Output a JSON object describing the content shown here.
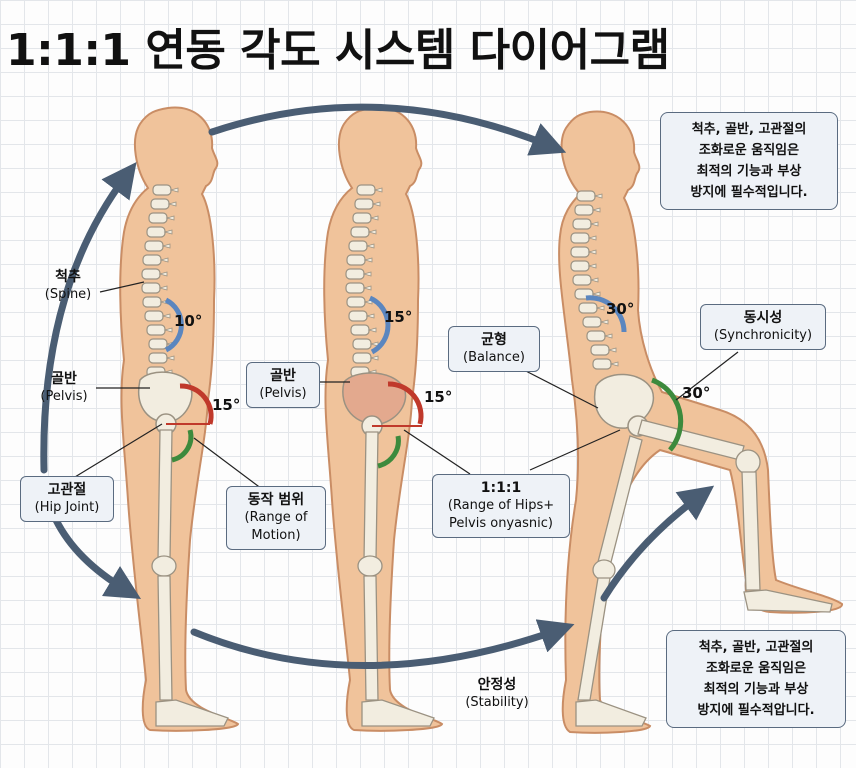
{
  "title": "1:1:1 연동 각도 시스템 다이어그램",
  "labels": {
    "spine": {
      "ko": "척추",
      "en": "(Spine)"
    },
    "pelvis1": {
      "ko": "골반",
      "en": "(Pelvis)"
    },
    "pelvis2": {
      "ko": "골반",
      "en": "(Pelvis)"
    },
    "hip_joint": {
      "ko": "고관절",
      "en": "(Hip Joint)"
    },
    "rom": {
      "ko": "동작 범위",
      "en1": "(Range of",
      "en2": "Motion)"
    },
    "balance": {
      "ko": "균형",
      "en": "(Balance)"
    },
    "synchronicity": {
      "ko": "동시성",
      "en": "(Synchronicity)"
    },
    "ratio": {
      "ko": "1:1:1",
      "en1": "(Range of Hips+",
      "en2": "Pelvis onyasnic)"
    },
    "stability": {
      "ko": "안정성",
      "en": "(Stability)"
    }
  },
  "angles": {
    "fig1_spine": "10°",
    "fig1_pelvis": "15°",
    "fig2_spine": "15°",
    "fig2_pelvis": "15°",
    "fig3_spine": "30°",
    "fig3_hip": "30°"
  },
  "notes": {
    "top": [
      "척추, 골반, 고관절의",
      "조화로운 움직임은",
      "최적의 기능과 부상",
      "방지에 필수적입니다."
    ],
    "bottom": [
      "척추, 골반, 고관절의",
      "조화로운 움직임은",
      "최적의 기능과 부상",
      "방지에 필수적압니다."
    ]
  },
  "colors": {
    "skin": "#f0c39b",
    "skin_outline": "#c98d65",
    "bone": "#f2ede0",
    "bone_outline": "#9b9282",
    "arrow": "#4a5d73",
    "spine_arc": "#5b86bf",
    "pelvis_arc": "#c0392b",
    "hip_arc": "#3d8a3d",
    "box_bg": "#eef2f7",
    "box_border": "#5a6b80"
  }
}
